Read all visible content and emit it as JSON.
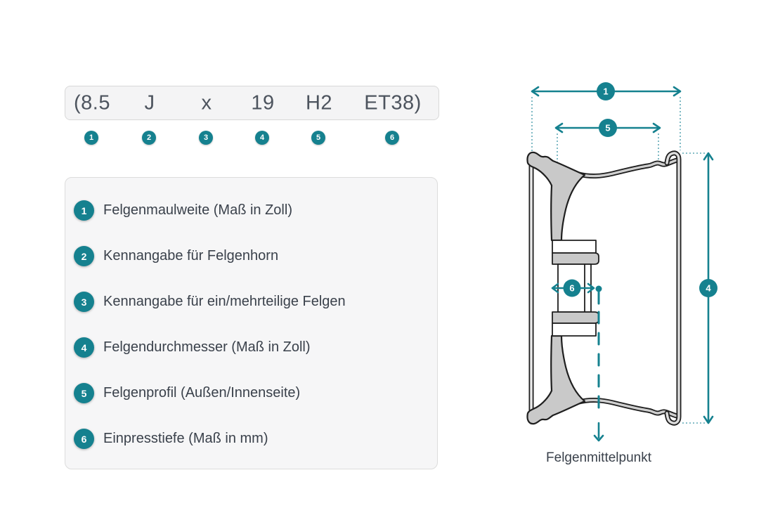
{
  "designation": {
    "tokens": [
      {
        "text": "(8.5",
        "num": "1"
      },
      {
        "text": "J",
        "num": "2"
      },
      {
        "text": "x",
        "num": "3"
      },
      {
        "text": "19",
        "num": "4"
      },
      {
        "text": "H2",
        "num": "5"
      },
      {
        "text": "ET38)",
        "num": "6"
      }
    ]
  },
  "legend": {
    "items": [
      {
        "num": "1",
        "label": "Felgenmaulweite (Maß in Zoll)"
      },
      {
        "num": "2",
        "label": "Kennangabe für Felgenhorn"
      },
      {
        "num": "3",
        "label": "Kennangabe für ein/mehrteilige Felgen"
      },
      {
        "num": "4",
        "label": "Felgendurchmesser (Maß in Zoll)"
      },
      {
        "num": "5",
        "label": "Felgenprofil (Außen/Innenseite)"
      },
      {
        "num": "6",
        "label": "Einpresstiefe (Maß in mm)"
      }
    ]
  },
  "diagram": {
    "caption": "Felgenmittelpunkt",
    "dims": {
      "width_label": "1",
      "profile_label": "5",
      "diameter_label": "4",
      "offset_label": "6"
    }
  },
  "colors": {
    "accent": "#15818F",
    "accent_light": "#5fa8b5",
    "text": "#3a414b",
    "panel_bg": "#f6f6f7",
    "panel_border": "#dcdcdc",
    "outline": "#1f1f1f",
    "metal_gray": "#c9c9c9"
  }
}
